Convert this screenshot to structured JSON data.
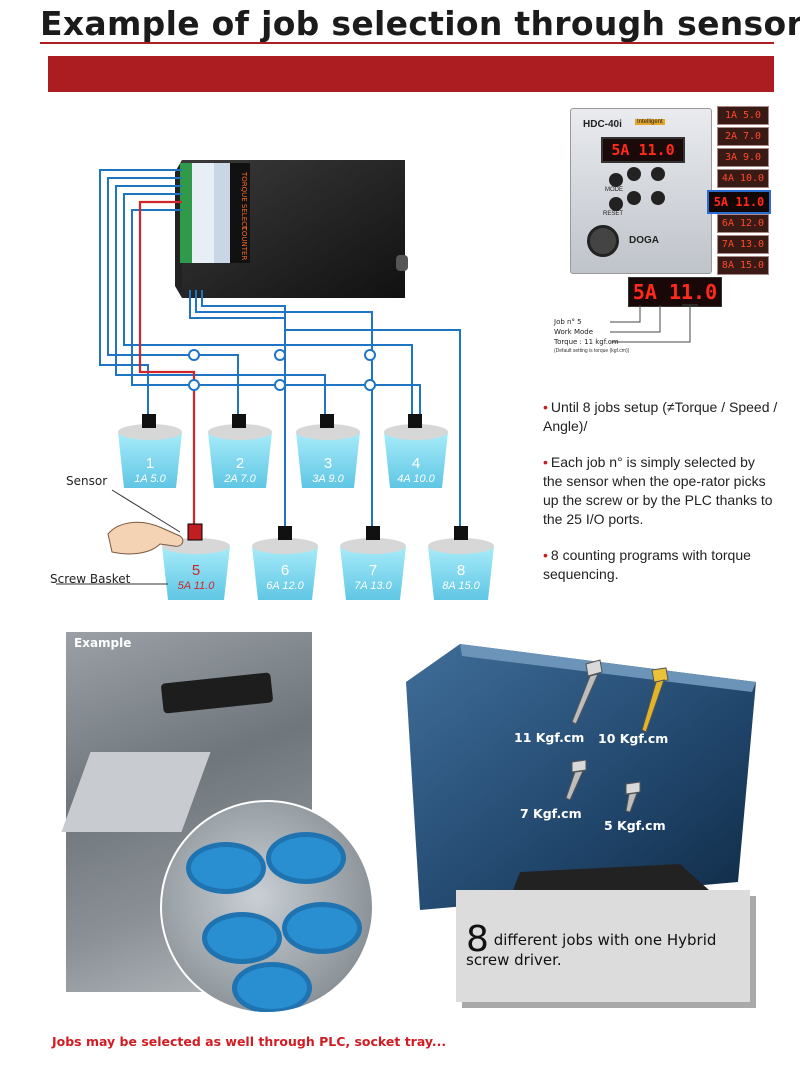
{
  "header": {
    "title": "Example of job selection through sensors"
  },
  "colors": {
    "accent_red": "#ac1d22",
    "wire_blue": "#1f74c4",
    "wire_red": "#d0262b",
    "led_red": "#ff2a1a",
    "basket_cyan": "#8fe0f2"
  },
  "controller": {
    "model": "HDC-40i",
    "badge": "Intelligent",
    "display": "5A 11.0",
    "brand": "DOGA",
    "buttons": [
      "MODE",
      "RESET"
    ],
    "job_displays": [
      "1A 5.0",
      "2A 7.0",
      "3A 9.0",
      "4A 10.0",
      "5A 11.0",
      "6A 12.0",
      "7A 13.0",
      "8A 15.0"
    ],
    "selected_display": "5A 11.0",
    "big_display": "5A 11.0",
    "legend": {
      "job": "Job n° 5",
      "mode": "Work Mode",
      "torque": "Torque : 11 kgf.cm",
      "note": "(Default setting is torque (kgf.cm))"
    }
  },
  "box_labels": {
    "top": "TORQUE SELECT",
    "bottom": "COUNTER"
  },
  "baskets": [
    {
      "num": "1",
      "code": "1A 5.0"
    },
    {
      "num": "2",
      "code": "2A 7.0"
    },
    {
      "num": "3",
      "code": "3A 9.0"
    },
    {
      "num": "4",
      "code": "4A 10.0"
    },
    {
      "num": "5",
      "code": "5A 11.0"
    },
    {
      "num": "6",
      "code": "6A 12.0"
    },
    {
      "num": "7",
      "code": "7A 13.0"
    },
    {
      "num": "8",
      "code": "8A 15.0"
    }
  ],
  "labels": {
    "sensor": "Sensor",
    "screw_basket": "Screw Basket",
    "example": "Example"
  },
  "bullets": [
    "Until 8 jobs setup (≠Torque / Speed / Angle)/",
    "Each job n° is simply selected by the sensor when the ope-rator picks up the screw or by the PLC thanks to the 25 I/O ports.",
    "8 counting programs with torque sequencing."
  ],
  "monitor_labels": [
    "11 Kgf.cm",
    "10 Kgf.cm",
    "7 Kgf.cm",
    "5 Kgf.cm"
  ],
  "summary": {
    "number": "8",
    "text": "different jobs with one Hybrid screw driver."
  },
  "footer": "Jobs may be selected as well through PLC, socket tray..."
}
